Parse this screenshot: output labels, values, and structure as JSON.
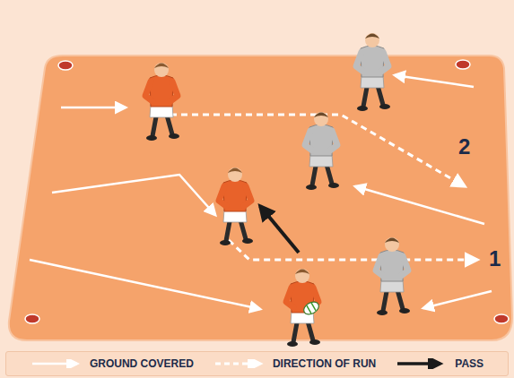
{
  "diagram": {
    "labels": [
      "2",
      "1"
    ],
    "legend": [
      {
        "text": "GROUND COVERED"
      },
      {
        "text": "DIRECTION OF RUN"
      },
      {
        "text": "PASS"
      }
    ]
  }
}
